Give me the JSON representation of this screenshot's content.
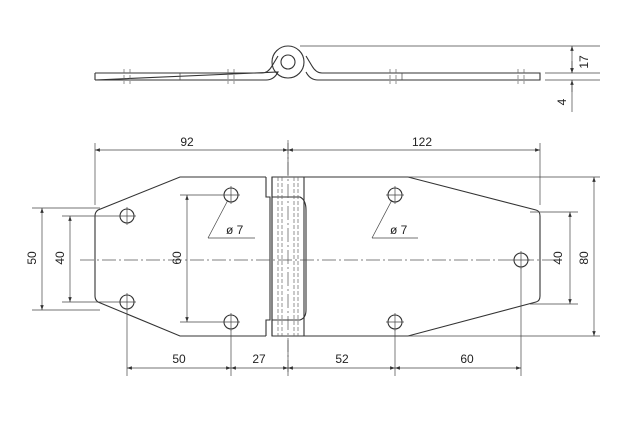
{
  "drawing": {
    "dimensions": {
      "side_height": "17",
      "side_thickness": "4",
      "left_leaf_length": "92",
      "right_leaf_length": "122",
      "left_outer_spacing": "50",
      "left_inner_spacing": "40",
      "left_hole_spacing": "60",
      "right_inner_spacing": "40",
      "right_outer_height": "80",
      "bottom_left_offset": "50",
      "bottom_left_to_pin": "27",
      "bottom_pin_to_right": "52",
      "bottom_right_offset": "60",
      "hole_left": "ø 7",
      "hole_right": "ø 7"
    }
  }
}
